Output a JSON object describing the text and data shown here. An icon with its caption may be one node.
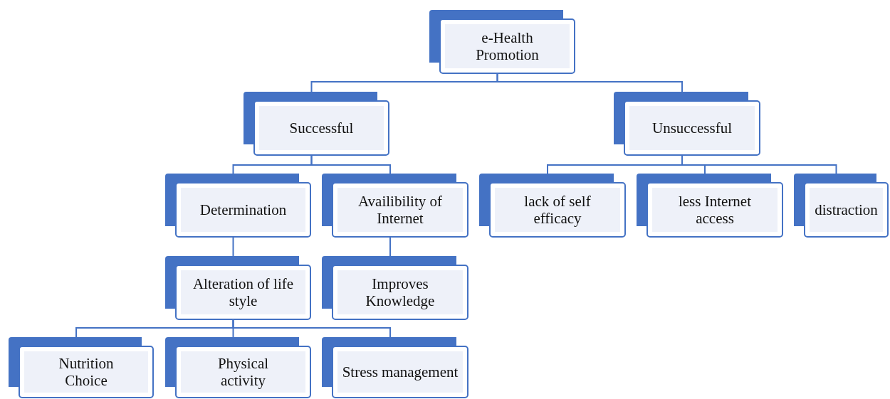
{
  "diagram": {
    "nodes": [
      {
        "text": [
          "e-Health Promotion"
        ]
      },
      {
        "text": [
          "Successful"
        ]
      },
      {
        "text": [
          "Unsuccessful"
        ]
      },
      {
        "text": [
          "Determination"
        ]
      },
      {
        "text": [
          "Availibility of Internet"
        ]
      },
      {
        "text": [
          "lack of self efficacy"
        ]
      },
      {
        "text": [
          "less Internet access"
        ]
      },
      {
        "text": [
          "distraction"
        ]
      },
      {
        "text": [
          "Alteration of life style"
        ]
      },
      {
        "text": [
          "Improves Knowledge"
        ]
      },
      {
        "text": [
          "Nutrition Choice"
        ]
      },
      {
        "text": [
          "Physical activity"
        ]
      },
      {
        "text": [
          "Stress management"
        ]
      }
    ],
    "edges": [
      {
        "from": 0,
        "to": 1,
        "arrow": "none"
      },
      {
        "from": 0,
        "to": 2,
        "arrow": "none"
      },
      {
        "from": 1,
        "to": 3,
        "arrow": "none"
      },
      {
        "from": 1,
        "to": 4,
        "arrow": "none"
      },
      {
        "from": 2,
        "to": 5,
        "arrow": "none"
      },
      {
        "from": 2,
        "to": 6,
        "arrow": "none"
      },
      {
        "from": 2,
        "to": 7,
        "arrow": "none"
      },
      {
        "from": 3,
        "to": 8,
        "arrow": "none"
      },
      {
        "from": 4,
        "to": 9,
        "arrow": "none"
      },
      {
        "from": 8,
        "to": 10,
        "arrow": "none"
      },
      {
        "from": 8,
        "to": 11,
        "arrow": "none"
      },
      {
        "from": 8,
        "to": 12,
        "arrow": "none"
      }
    ]
  }
}
